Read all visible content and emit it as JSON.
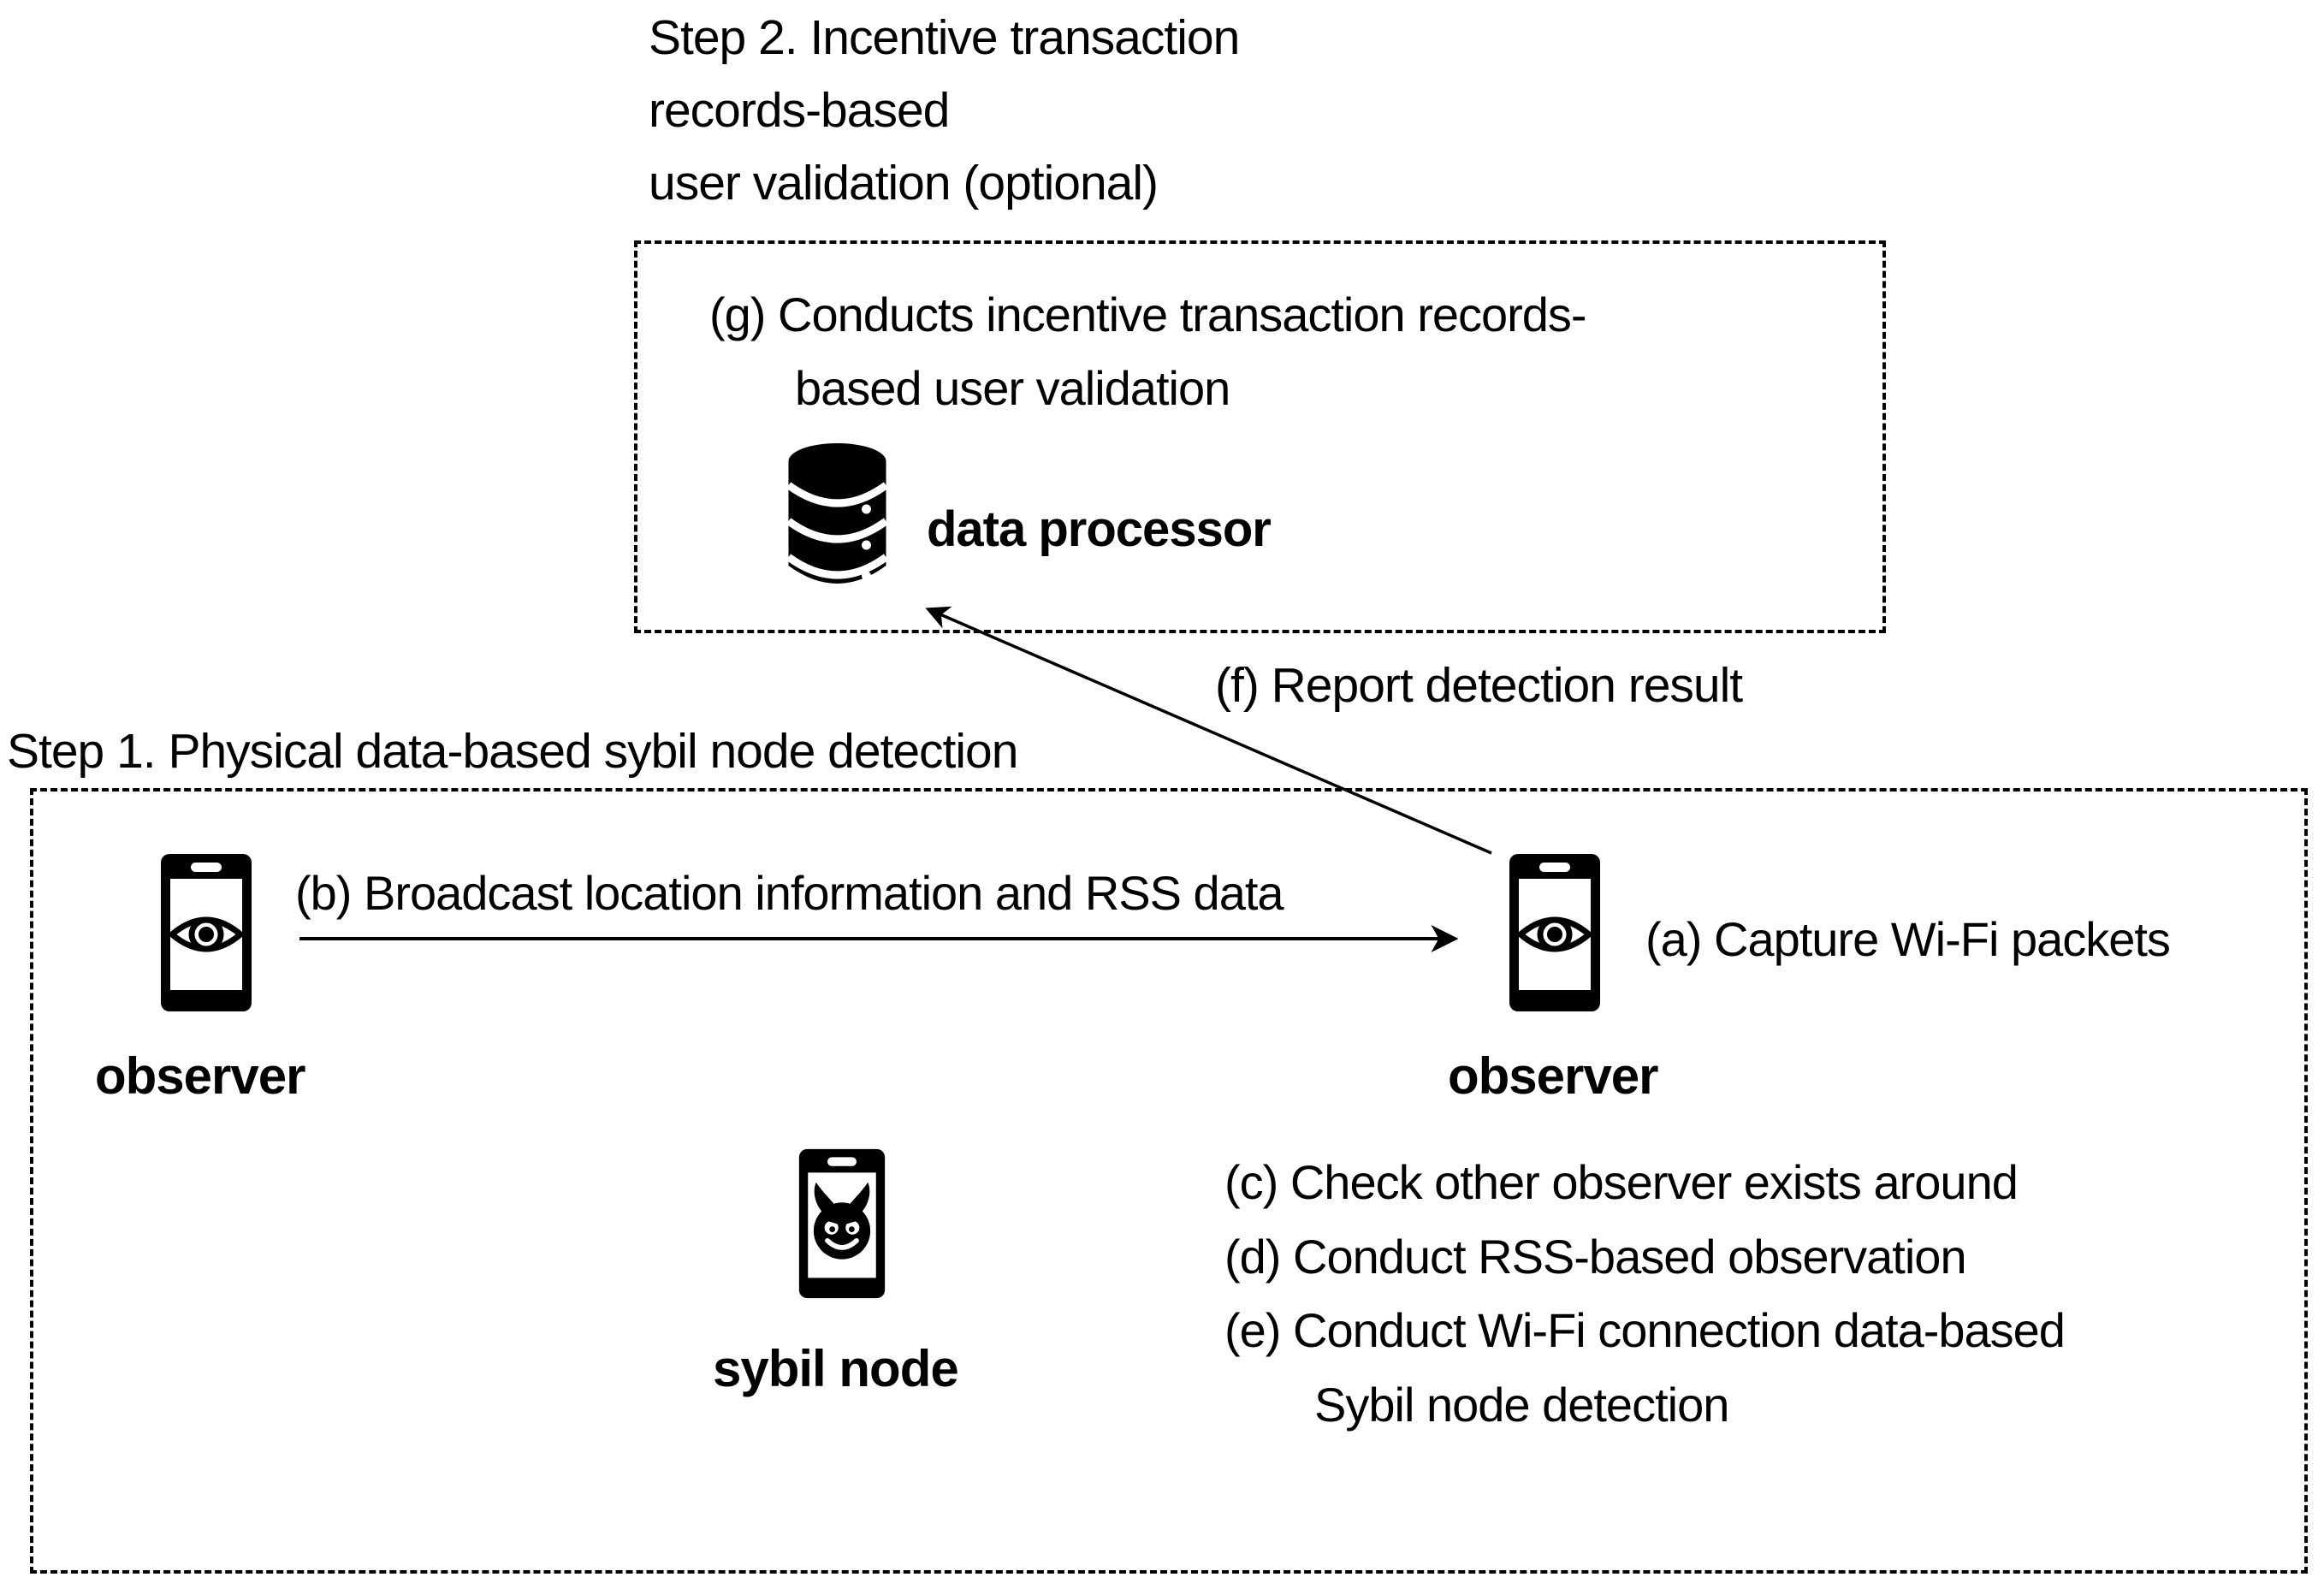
{
  "colors": {
    "ink": "#000000",
    "background": "#ffffff"
  },
  "step2": {
    "title_line1": "Step 2. Incentive transaction",
    "title_line2": "records-based",
    "title_line3": "user validation (optional)",
    "g_line1": "(g) Conducts incentive transaction records-",
    "g_line2": "based user validation",
    "data_processor_label": "data processor"
  },
  "connections": {
    "f_label": "(f) Report detection result",
    "b_label": "(b) Broadcast location information and RSS data"
  },
  "step1": {
    "title": "Step 1. Physical data-based sybil node detection",
    "a_label": "(a) Capture Wi-Fi packets",
    "left_observer_label": "observer",
    "right_observer_label": "observer",
    "sybil_label": "sybil node",
    "c_label": "(c) Check other observer exists around",
    "d_label": "(d) Conduct RSS-based observation",
    "e_label": "(e) Conduct Wi-Fi connection data-based",
    "e_label_cont": "Sybil node detection"
  },
  "icons": {
    "data_processor": "database-icon",
    "left_observer": "phone-eye-icon",
    "right_observer": "phone-eye-icon",
    "sybil_node": "phone-devil-icon",
    "broadcast": "right-arrow",
    "report": "up-left-arrow"
  }
}
